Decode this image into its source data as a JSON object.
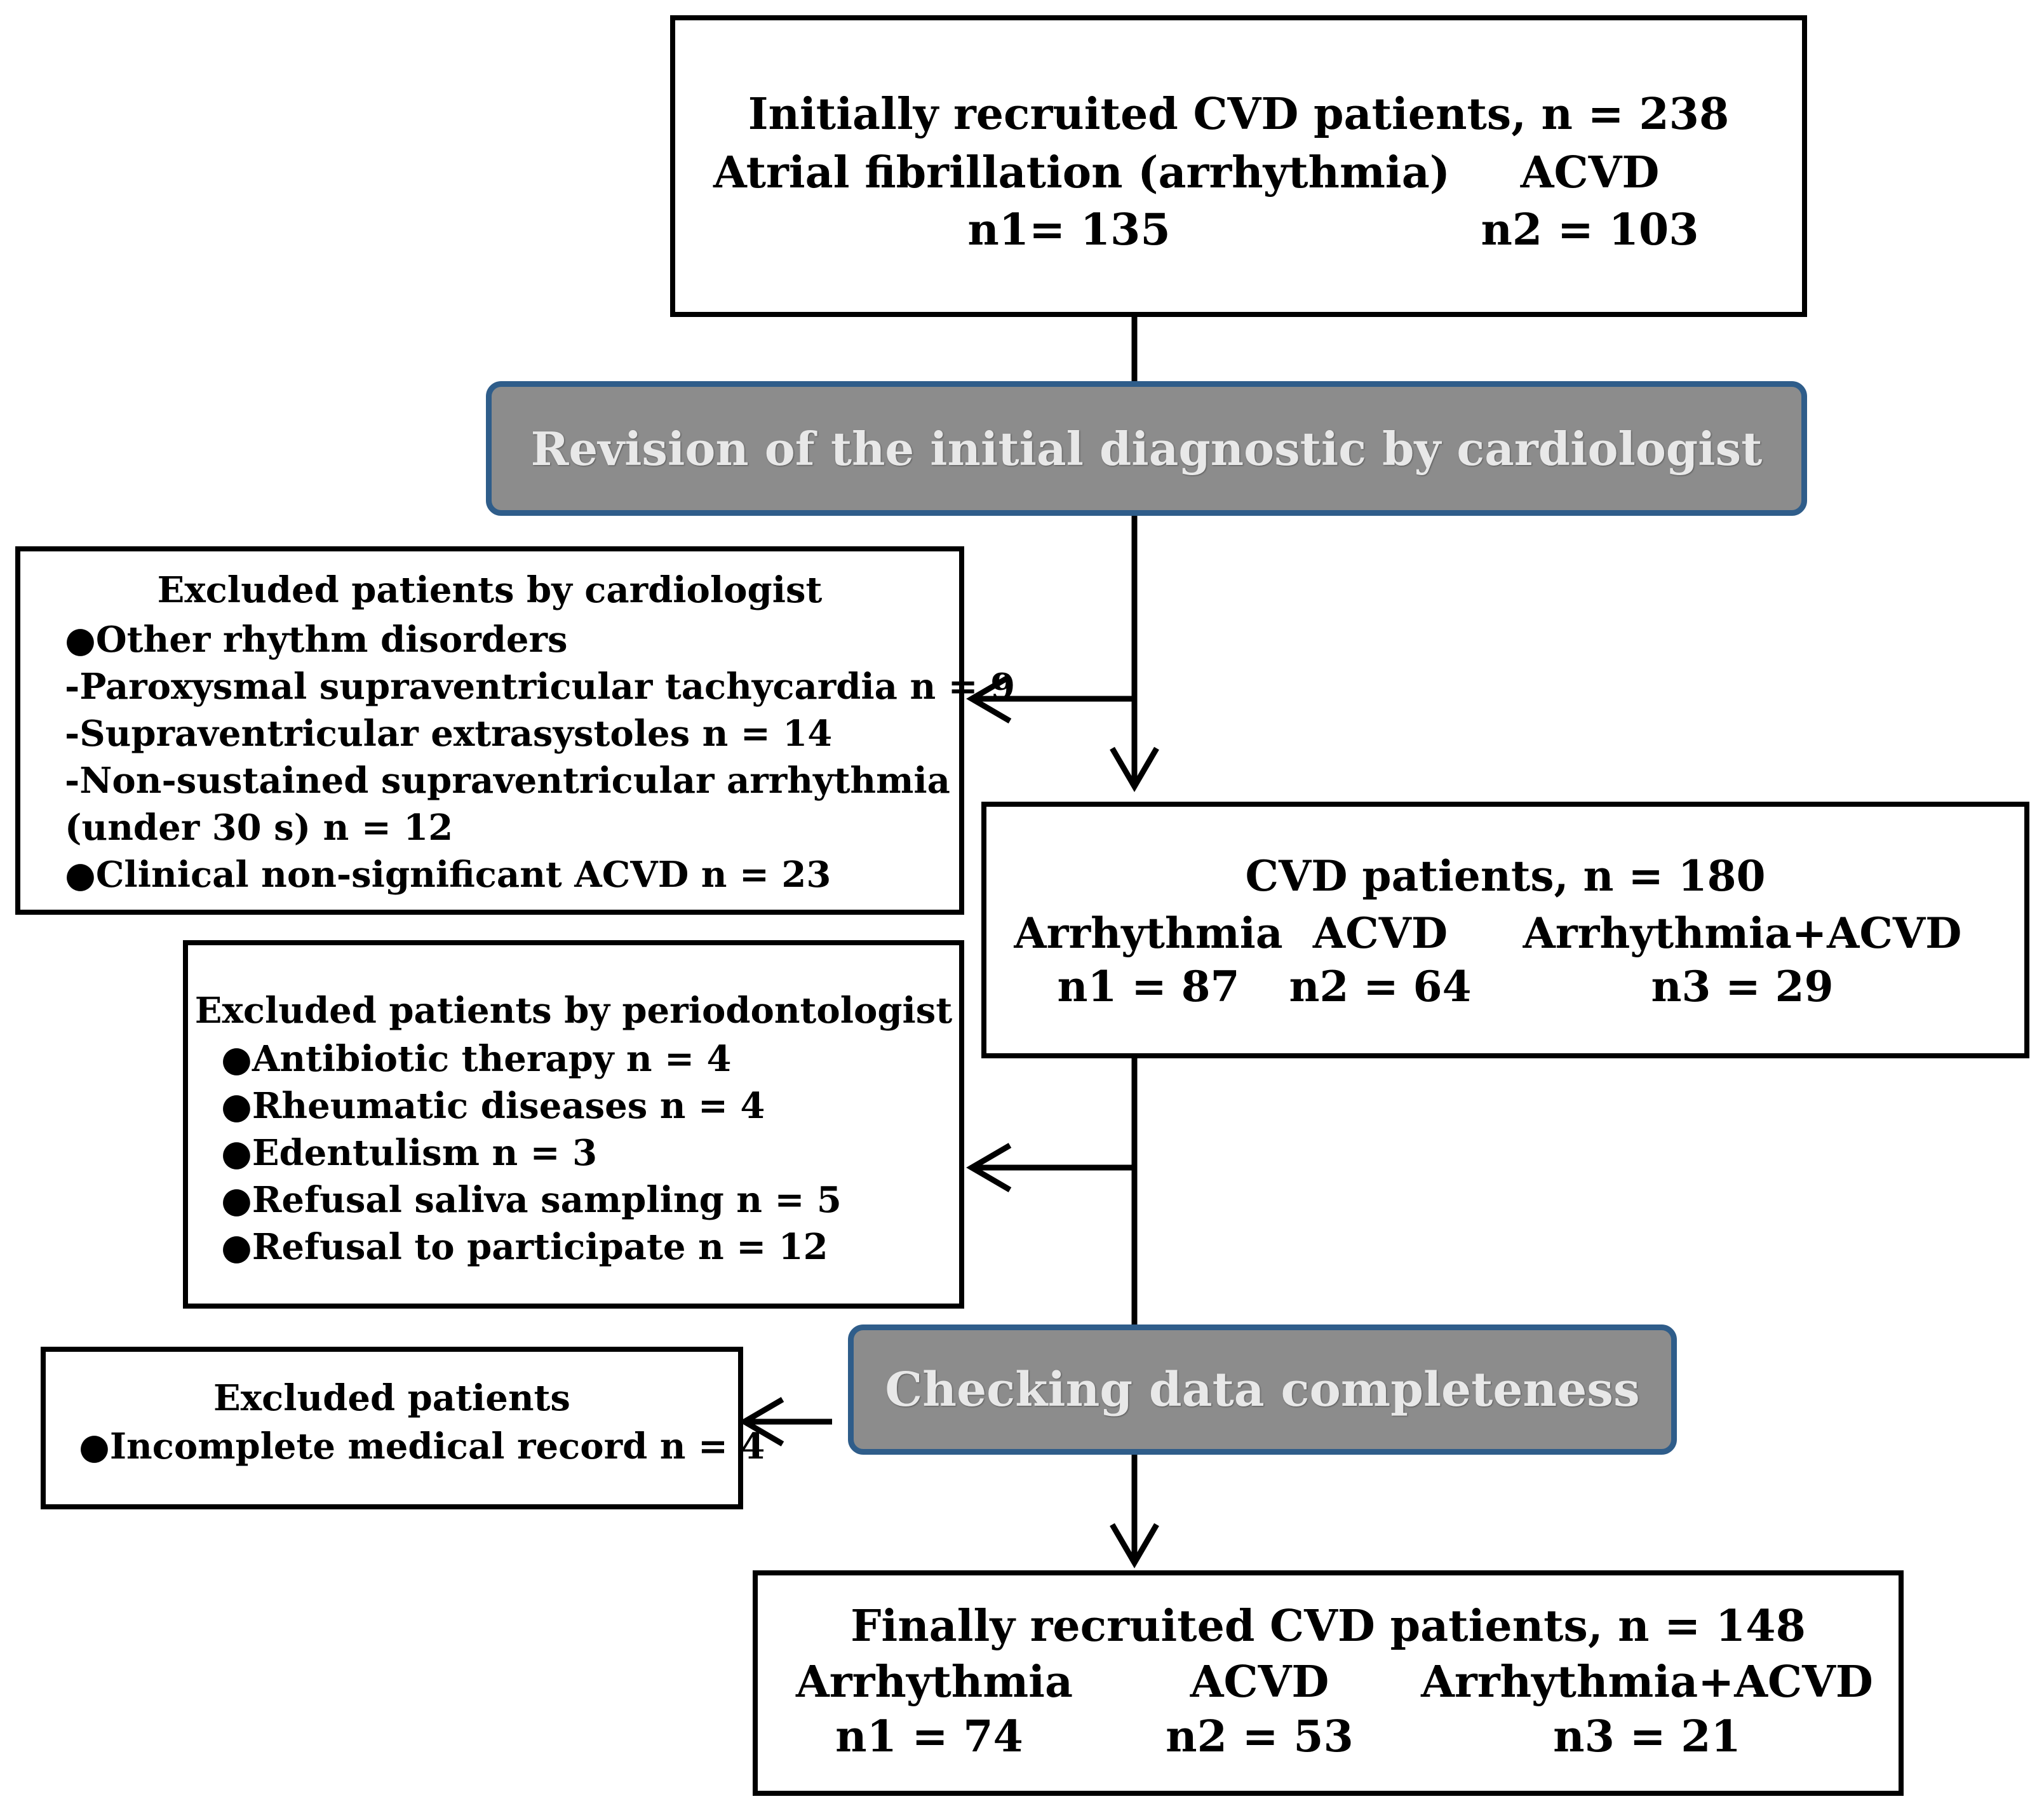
{
  "initial": {
    "title": "Initially recruited CVD patients, n = 238",
    "groups": [
      {
        "label": "Atrial fibrillation (arrhythmia)",
        "count": "n1= 135"
      },
      {
        "label": "ACVD",
        "count": "n2 = 103"
      }
    ]
  },
  "stage1": "Revision of the initial diagnostic by cardiologist",
  "excluded_cardio": {
    "title": "Excluded  patients by cardiologist",
    "items": [
      "●Other rhythm disorders",
      "-Paroxysmal supraventricular tachycardia n = 9",
      "-Supraventricular extrasystoles  n = 14",
      "-Non-sustained supraventricular arrhythmia",
      "(under 30 s) n = 12",
      "●Clinical non-significant ACVD n = 23"
    ]
  },
  "cvd": {
    "title": "CVD patients, n = 180",
    "groups": [
      {
        "label": "Arrhythmia",
        "count": "n1 = 87"
      },
      {
        "label": "ACVD",
        "count": "n2 = 64"
      },
      {
        "label": "Arrhythmia+ACVD",
        "count": "n3 = 29"
      }
    ]
  },
  "excluded_perio": {
    "title": "Excluded patients by periodontologist",
    "items": [
      "●Antibiotic therapy n = 4",
      "●Rheumatic diseases n = 4",
      "●Edentulism n = 3",
      "●Refusal saliva sampling n = 5",
      "●Refusal to participate n = 12"
    ]
  },
  "stage2": "Checking data completeness",
  "excluded_data": {
    "title": "Excluded patients",
    "items": [
      "●Incomplete medical record n = 4"
    ]
  },
  "final": {
    "title": "Finally recruited CVD patients,  n = 148",
    "groups": [
      {
        "label": "Arrhythmia",
        "count": "n1 = 74"
      },
      {
        "label": "ACVD",
        "count": "n2 = 53"
      },
      {
        "label": "Arrhythmia+ACVD",
        "count": "n3 = 21"
      }
    ]
  }
}
